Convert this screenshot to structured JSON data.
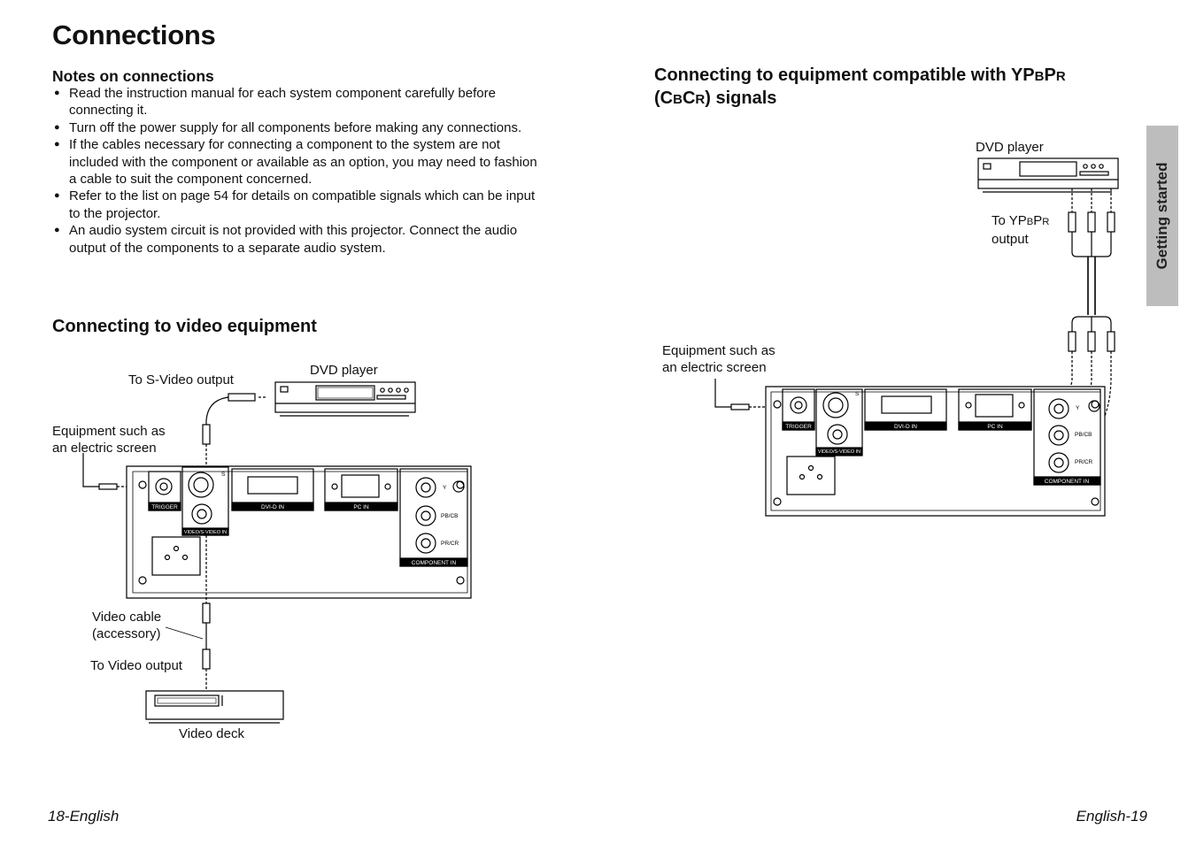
{
  "page_title": "Connections",
  "notes": {
    "heading": "Notes on connections",
    "items": [
      "Read the instruction manual for each system component carefully before connecting it.",
      "Turn off the power supply for all components before making any connections.",
      "If the cables necessary for connecting a component to the system are not included with the component or available as an option, you may need to fashion a cable to suit the component concerned.",
      "Refer to the list on page 54 for details on compatible signals which can be input to the projector.",
      "An audio system circuit is not provided with this projector. Connect the audio output of the components to a separate audio system."
    ]
  },
  "video_section": {
    "heading": "Connecting to video equipment",
    "labels": {
      "s_video_output": "To S-Video output",
      "dvd_player": "DVD player",
      "screen_line1": "Equipment such as",
      "screen_line2": "an electric screen",
      "cable_line1": "Video cable",
      "cable_line2": "(accessory)",
      "video_output": "To Video output",
      "video_deck": "Video deck"
    }
  },
  "ypbpr_section": {
    "heading_line1_a": "Connecting to equipment compatible with YP",
    "heading_line1_b": "B",
    "heading_line1_c": "P",
    "heading_line1_d": "R",
    "heading_line2_a": "(C",
    "heading_line2_b": "B",
    "heading_line2_c": "C",
    "heading_line2_d": "R",
    "heading_line2_e": ") signals",
    "labels": {
      "dvd_player": "DVD player",
      "to_ypbpr_a": "To YP",
      "to_ypbpr_b": "B",
      "to_ypbpr_c": "P",
      "to_ypbpr_d": "R",
      "output": "output",
      "screen_line1": "Equipment such as",
      "screen_line2": "an electric screen"
    }
  },
  "panel_labels": {
    "trigger": "TRIGGER",
    "video_s_video": "VIDEO/S-VIDEO IN",
    "dvi": "DVI-D IN",
    "pc": "PC IN",
    "component": "COMPONENT IN",
    "y": "Y",
    "pb": "PB/CB",
    "pr": "PR/CR",
    "s": "S"
  },
  "side_tab": "Getting started",
  "footer": {
    "left": "18-English",
    "right": "English-19"
  }
}
